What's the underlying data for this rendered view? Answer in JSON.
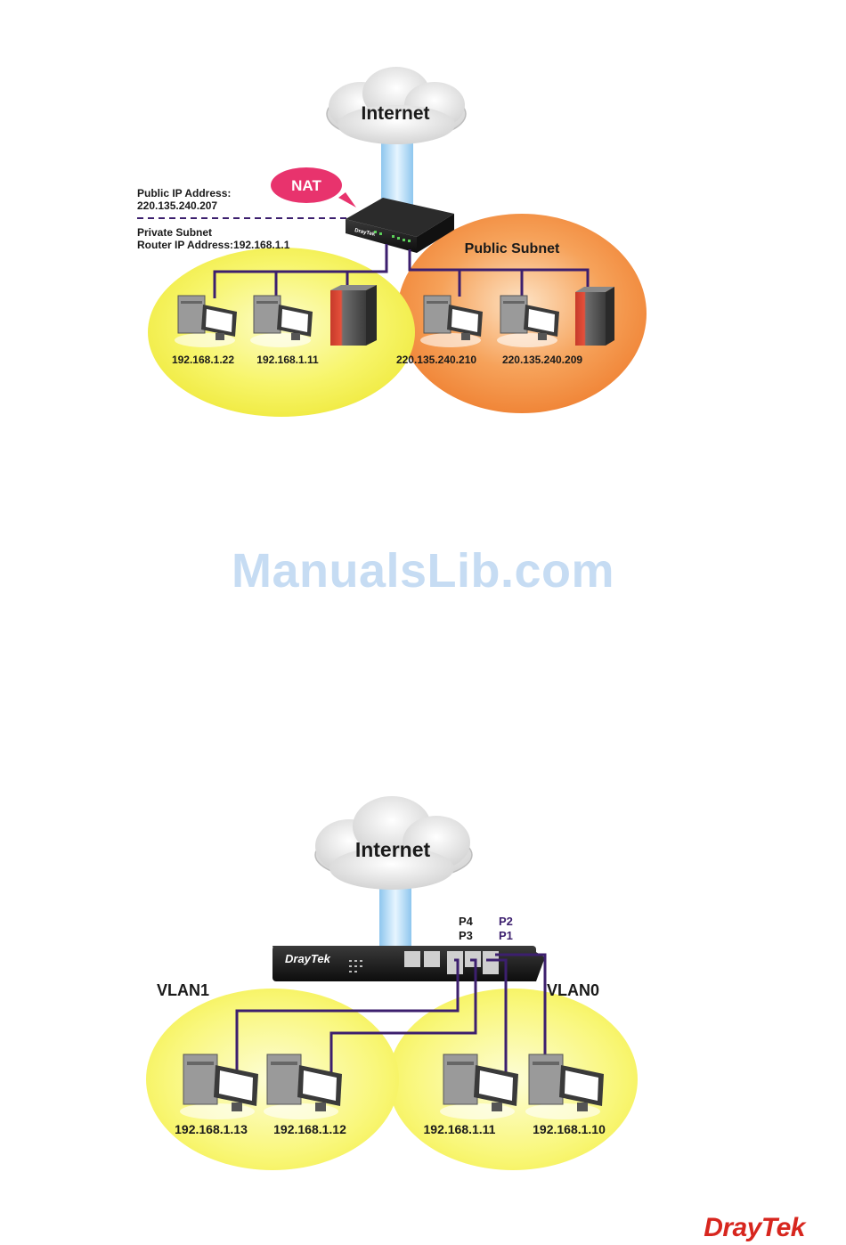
{
  "diagram1": {
    "cloud_label": "Internet",
    "nat_label": "NAT",
    "public_ip_label": "Public IP Address:",
    "public_ip_value": "220.135.240.207",
    "private_subnet_label": "Private Subnet",
    "router_ip_label": "Router IP Address:192.168.1.1",
    "public_subnet_label": "Public Subnet",
    "router_brand": "DrayTek",
    "hosts": [
      "192.168.1.22",
      "192.168.1.11",
      "220.135.240.210",
      "220.135.240.209"
    ]
  },
  "watermark": "ManualsLib.com",
  "diagram2": {
    "cloud_label": "Internet",
    "router_brand": "DrayTek",
    "ports": {
      "p4": "P4",
      "p3": "P3",
      "p2": "P2",
      "p1": "P1"
    },
    "vlan1_label": "VLAN1",
    "vlan0_label": "VLAN0",
    "hosts": [
      "192.168.1.13",
      "192.168.1.12",
      "192.168.1.11",
      "192.168.1.10"
    ]
  },
  "footer": {
    "brand": "DrayTek"
  },
  "colors": {
    "private_zone": "#f7f56a",
    "public_zone": "#f08a3c",
    "cable": "#3c1f6e",
    "nat_bubble": "#e8336d",
    "watermark": "#c6dcf3",
    "brand": "#d7261e"
  }
}
